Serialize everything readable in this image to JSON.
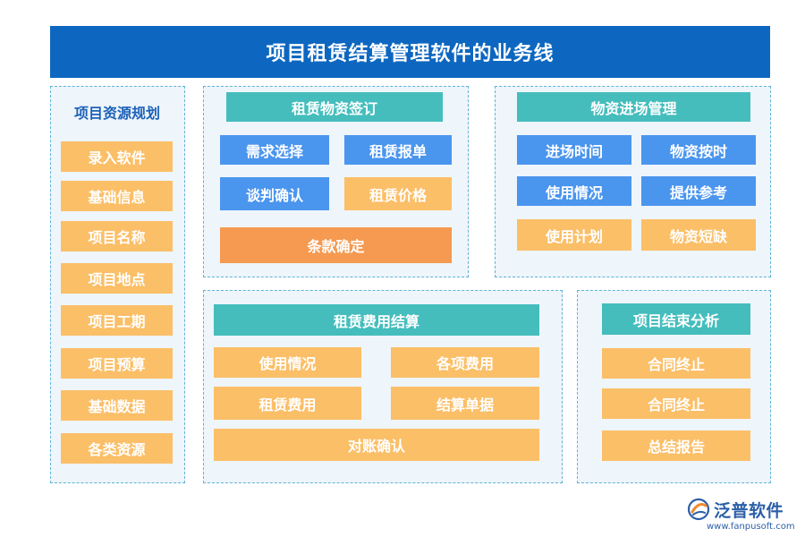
{
  "title": "项目租赁结算管理软件的业务线",
  "left": {
    "title": "项目资源规划",
    "items": [
      "录入软件",
      "基础信息",
      "项目名称",
      "项目地点",
      "项目工期",
      "项目预算",
      "基础数据",
      "各类资源"
    ]
  },
  "sign": {
    "header": "租赁物资签订",
    "items": [
      "需求选择",
      "租赁报单",
      "谈判确认",
      "租赁价格"
    ],
    "footer": "条款确定"
  },
  "entry": {
    "header": "物资进场管理",
    "items": [
      "进场时间",
      "物资按时",
      "使用情况",
      "提供参考",
      "使用计划",
      "物资短缺"
    ]
  },
  "settle": {
    "header": "租赁费用结算",
    "items": [
      "使用情况",
      "各项费用",
      "租赁费用",
      "结算单据"
    ],
    "footer": "对账确认"
  },
  "end": {
    "header": "项目结束分析",
    "items": [
      "合同终止",
      "合同终止",
      "总结报告"
    ]
  },
  "logo": {
    "name": "泛普软件",
    "url": "www.fanpusoft.com"
  },
  "colors": {
    "title_bg": "#0d67c0",
    "header_teal": "#45bdbd",
    "box_blue": "#4a95ee",
    "box_yellow": "#fbbf68",
    "box_orange": "#f59a50",
    "panel_border": "#5fb3d6"
  }
}
